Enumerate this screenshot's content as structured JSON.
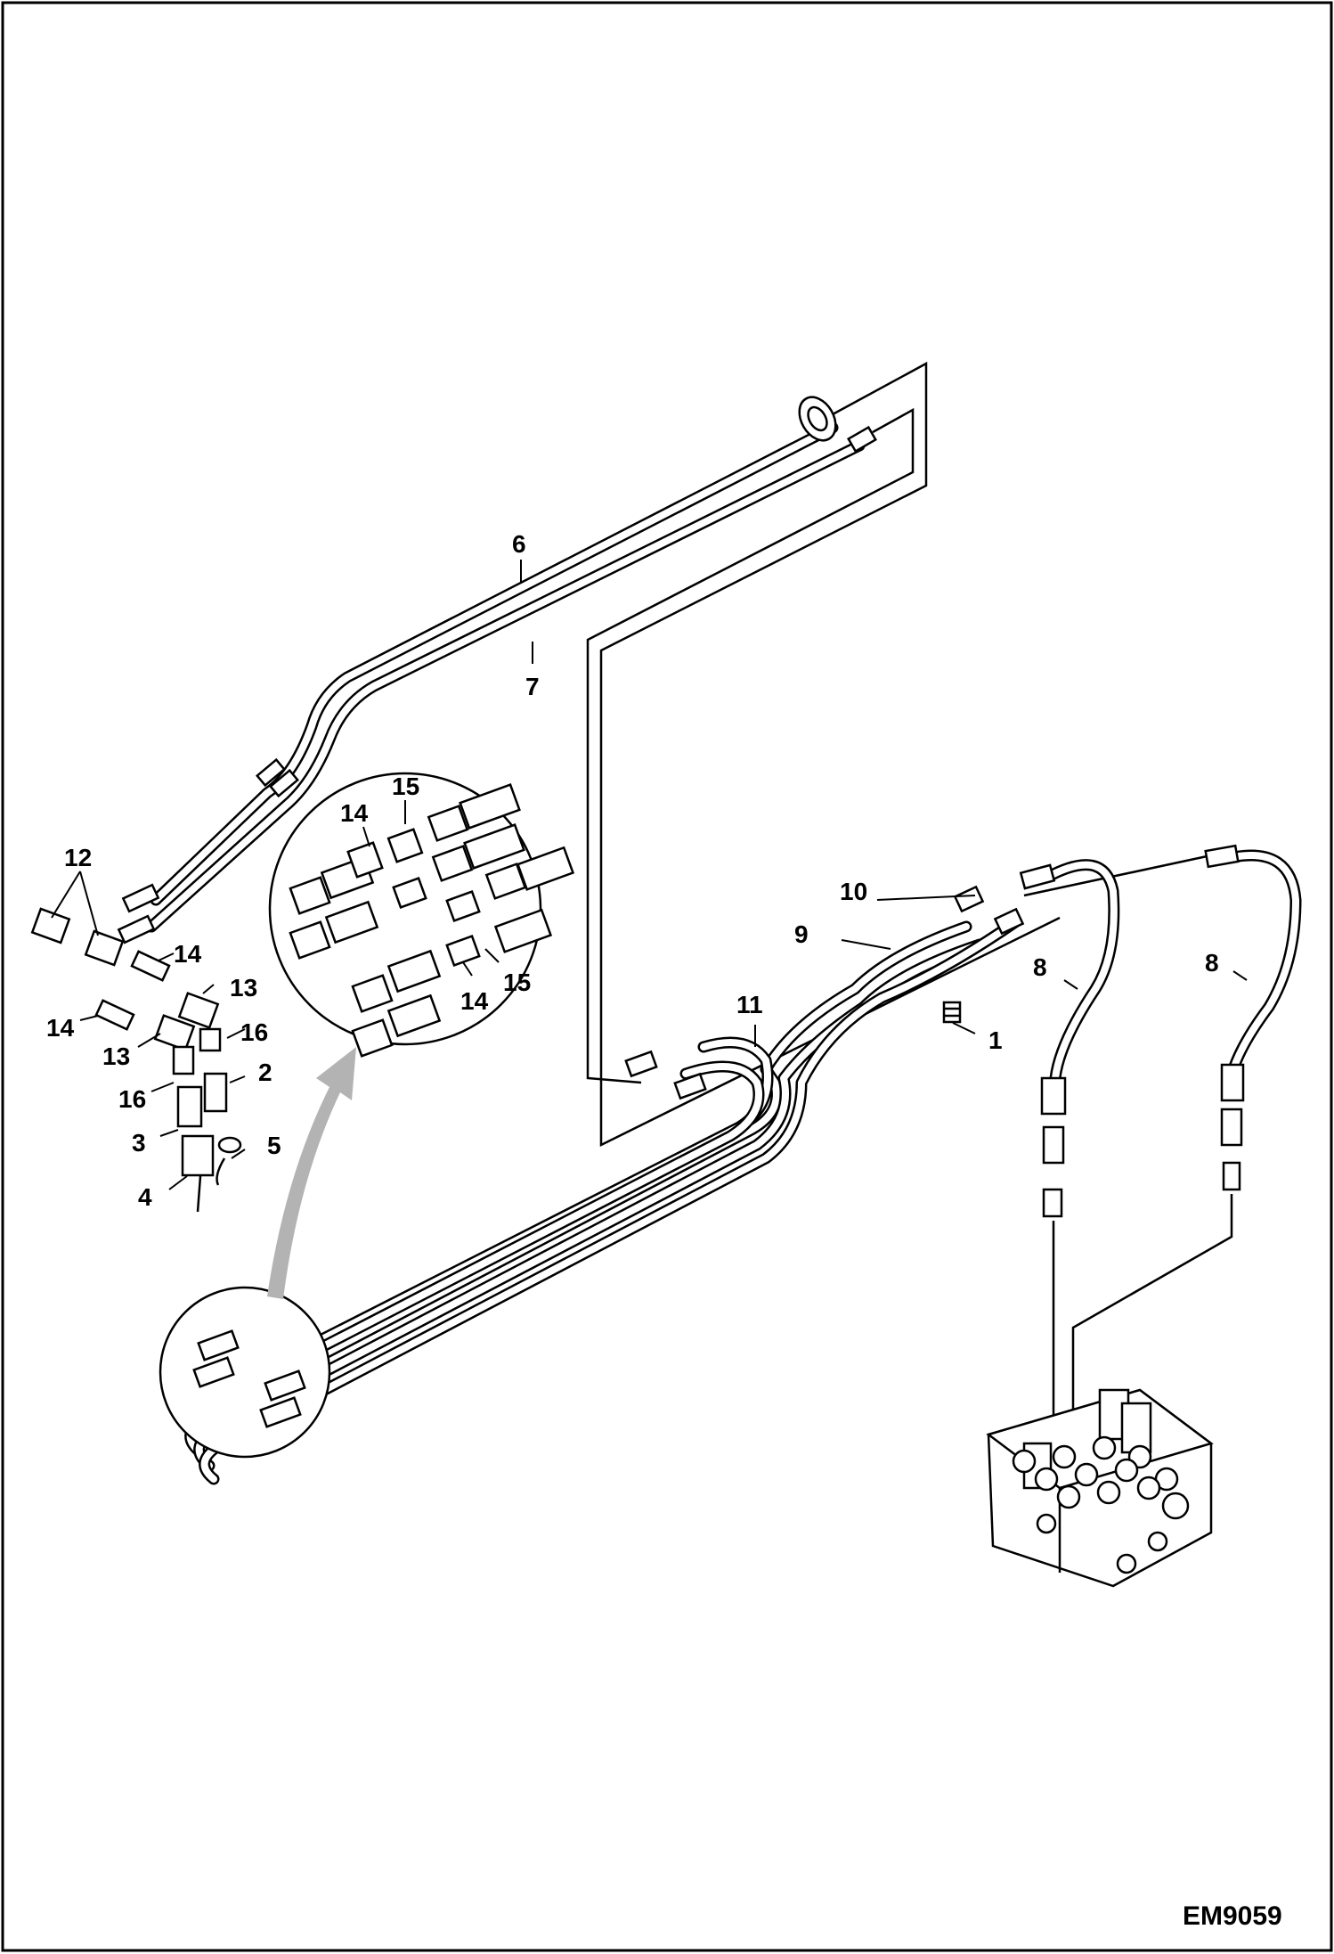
{
  "drawing": {
    "code": "EM9059"
  },
  "callouts": {
    "c1": "1",
    "c2": "2",
    "c3": "3",
    "c4": "4",
    "c5": "5",
    "c6": "6",
    "c7": "7",
    "c8a": "8",
    "c8b": "8",
    "c9": "9",
    "c10": "10",
    "c11": "11",
    "c12": "12",
    "c13a": "13",
    "c13b": "13",
    "c14a": "14",
    "c14b": "14",
    "c14c": "14",
    "c14d": "14",
    "c15a": "15",
    "c15b": "15",
    "c16a": "16",
    "c16b": "16"
  },
  "colors": {
    "line": "#000000",
    "background": "#ffffff",
    "arrow": "#b3b3b3"
  }
}
